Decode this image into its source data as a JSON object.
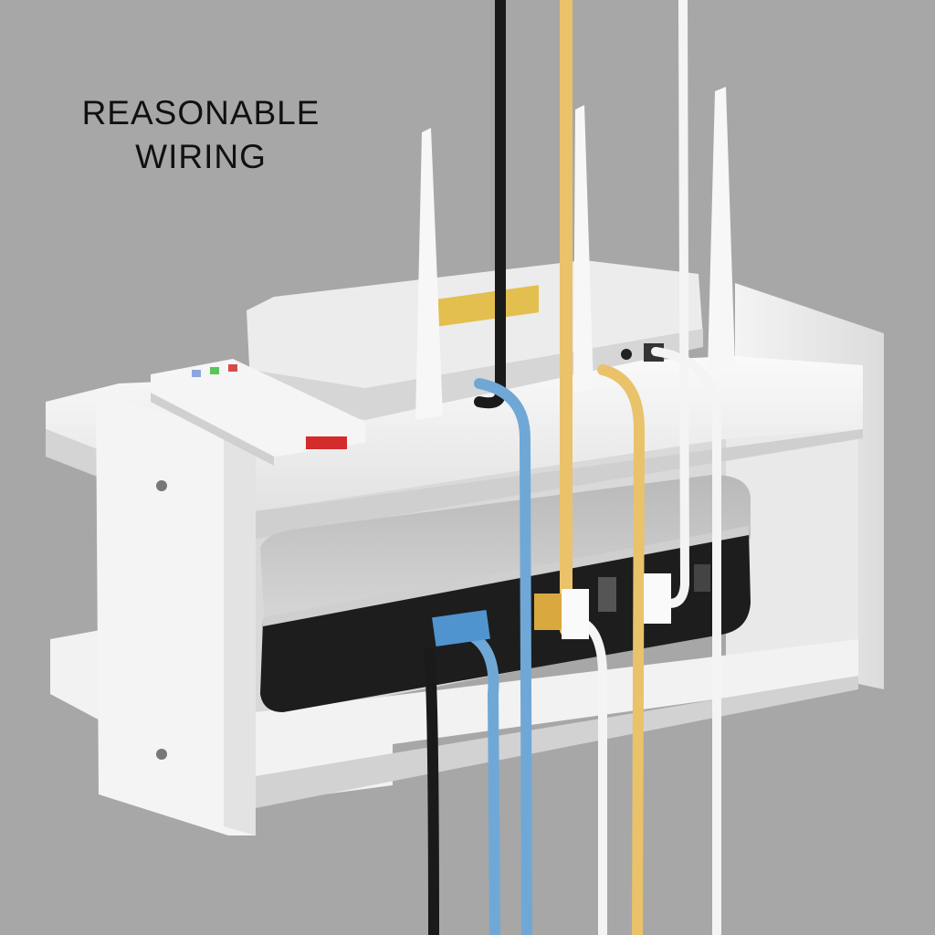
{
  "caption": {
    "line1": "REASONABLE",
    "line2": "WIRING"
  },
  "colors": {
    "background": "#a7a7a7",
    "shelf": "#f1f1f1",
    "router": "#e9e9e9",
    "set_top_box_front": "#1d1d1d",
    "cable_black": "#1a1a1a",
    "cable_yellow": "#e9c26a",
    "cable_blue": "#6fa8d6",
    "cable_white": "#f4f4f4"
  },
  "icons": [
    "wall-shelf",
    "wifi-router",
    "remote-control",
    "set-top-box",
    "network-cable"
  ]
}
